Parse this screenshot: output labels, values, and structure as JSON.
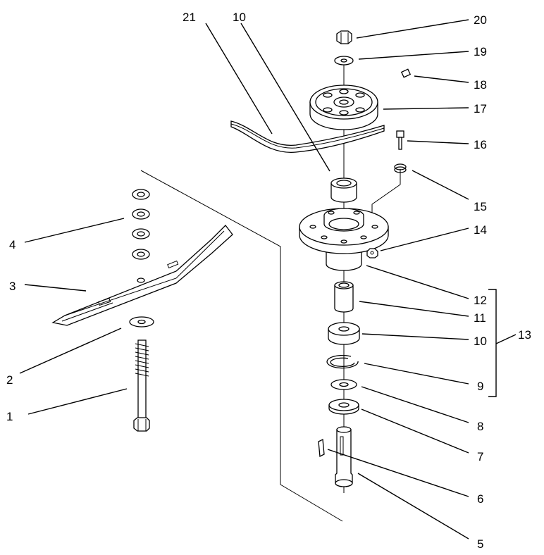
{
  "labels": {
    "l1": "1",
    "l2": "2",
    "l3": "3",
    "l4": "4",
    "l5": "5",
    "l6": "6",
    "l7": "7",
    "l8": "8",
    "l9": "9",
    "l10a": "10",
    "l10b": "10",
    "l11": "11",
    "l12": "12",
    "l13": "13",
    "l14": "14",
    "l15": "15",
    "l16": "16",
    "l17": "17",
    "l18": "18",
    "l19": "19",
    "l20": "20",
    "l21": "21"
  }
}
